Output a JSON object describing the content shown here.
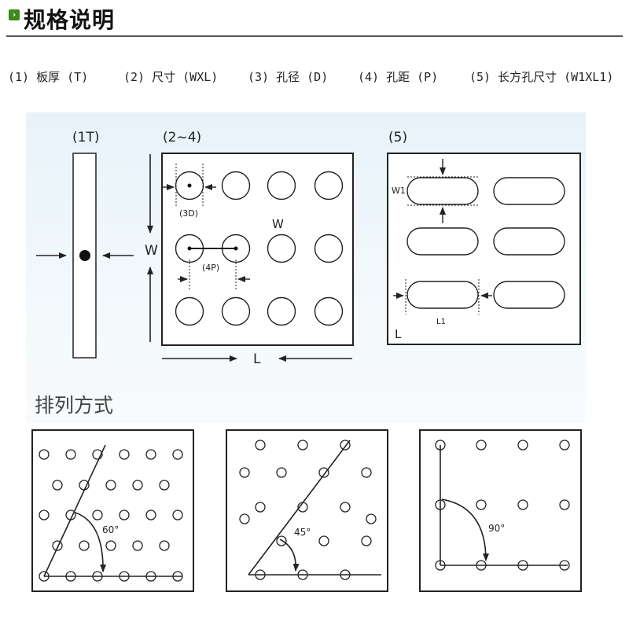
{
  "header": {
    "icon": "arrow-badge-icon",
    "title": "规格说明"
  },
  "specs": [
    "(1) 板厚 (T)",
    "(2) 尺寸 (WXL)",
    "(3) 孔径 (D)",
    "(4) 孔距 (P)",
    "(5) 长方孔尺寸 (W1XL1)"
  ],
  "figures": {
    "fig1": {
      "label": "(1T)"
    },
    "fig2": {
      "label": "(2~4)",
      "dim_w": "W",
      "dim_l": "L",
      "hole_d": "(3D)",
      "pitch": "(4P)",
      "w_inner": "W"
    },
    "fig5": {
      "label": "(5)",
      "w1": "W1",
      "l1": "L1",
      "l": "L"
    }
  },
  "arrangement": {
    "title": "排列方式",
    "angles": [
      "60°",
      "45°",
      "90°"
    ]
  },
  "colors": {
    "accent": "#3b8a1a",
    "panel": "#e9f4fa",
    "line": "#222222"
  }
}
